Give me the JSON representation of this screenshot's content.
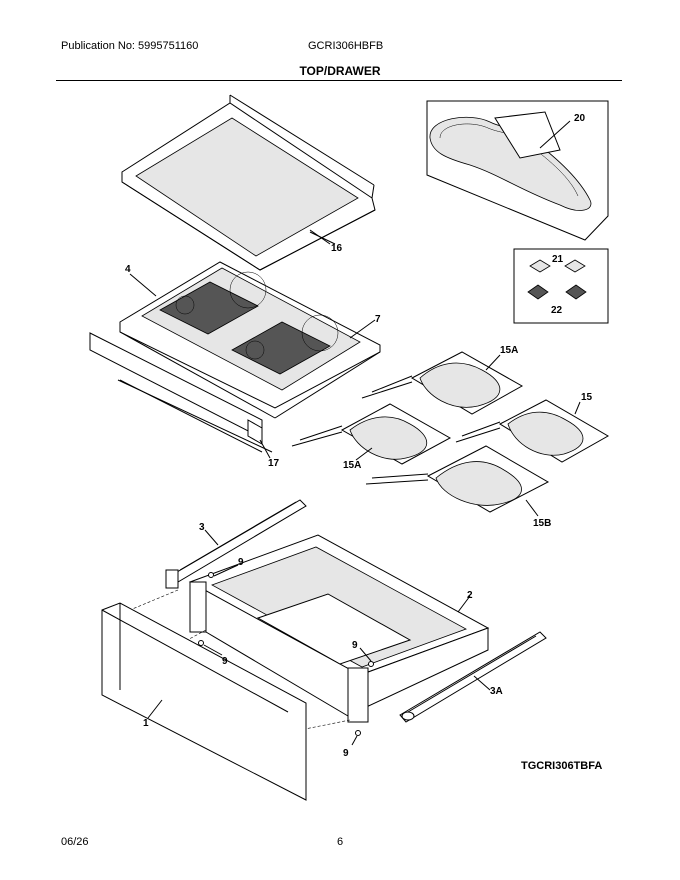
{
  "header": {
    "publication": "Publication No: 5995751160",
    "model": "GCRI306HBFB",
    "section_title": "TOP/DRAWER"
  },
  "footer": {
    "date": "06/26",
    "page": "6"
  },
  "diagram": {
    "code": "TGCRI306TBFA",
    "labels": {
      "l20": "20",
      "l16": "16",
      "l21": "21",
      "l22": "22",
      "l4": "4",
      "l7": "7",
      "l15a_top": "15A",
      "l15": "15",
      "l15a_bot": "15A",
      "l15b": "15B",
      "l17": "17",
      "l3": "3",
      "l9_a": "9",
      "l2": "2",
      "l9_b": "9",
      "l9_c": "9",
      "l3a": "3A",
      "l1": "1",
      "l9_d": "9"
    }
  }
}
